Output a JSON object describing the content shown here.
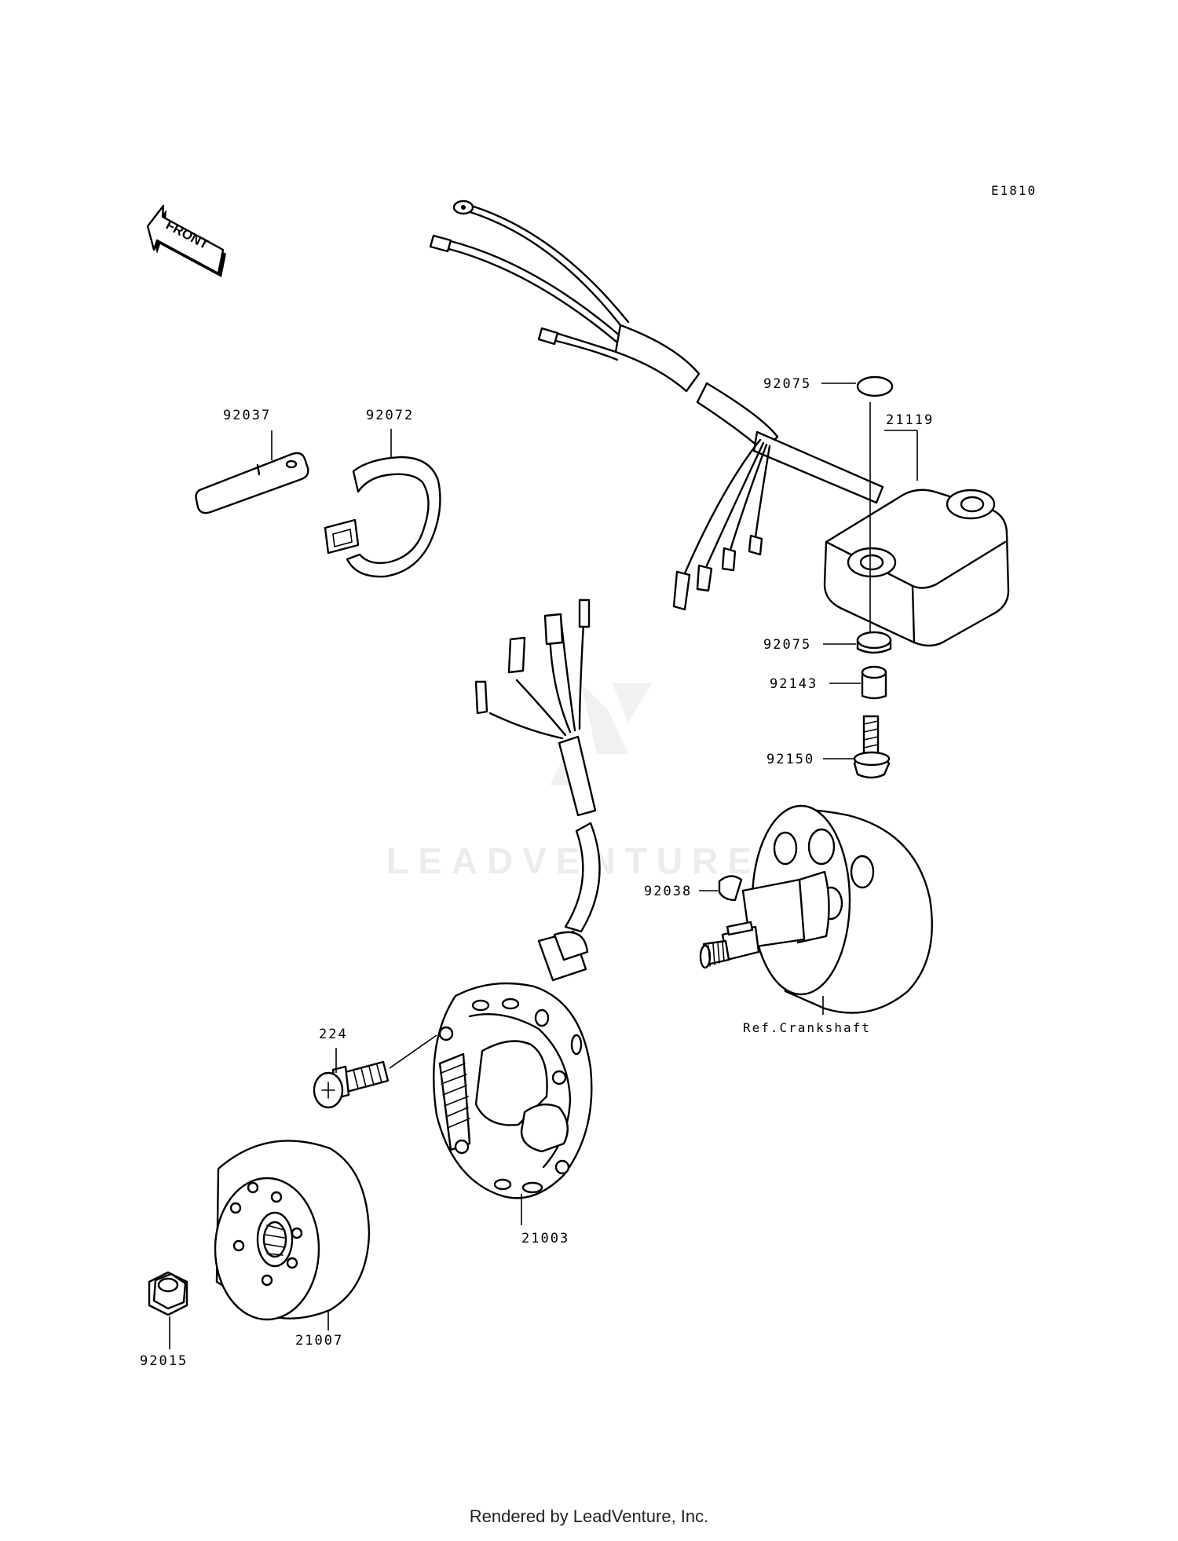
{
  "diagram_code": "E1810",
  "front_label": "FRONT",
  "watermark": "LEADVENTURE",
  "footer": "Rendered by LeadVenture, Inc.",
  "parts": {
    "p92037": "92037",
    "p92072": "92072",
    "p92075_top": "92075",
    "p21119": "21119",
    "p92075_bottom": "92075",
    "p92143": "92143",
    "p92150": "92150",
    "p92038": "92038",
    "ref_crankshaft": "Ref.Crankshaft",
    "p224": "224",
    "p21003": "21003",
    "p21007": "21007",
    "p92015": "92015"
  }
}
